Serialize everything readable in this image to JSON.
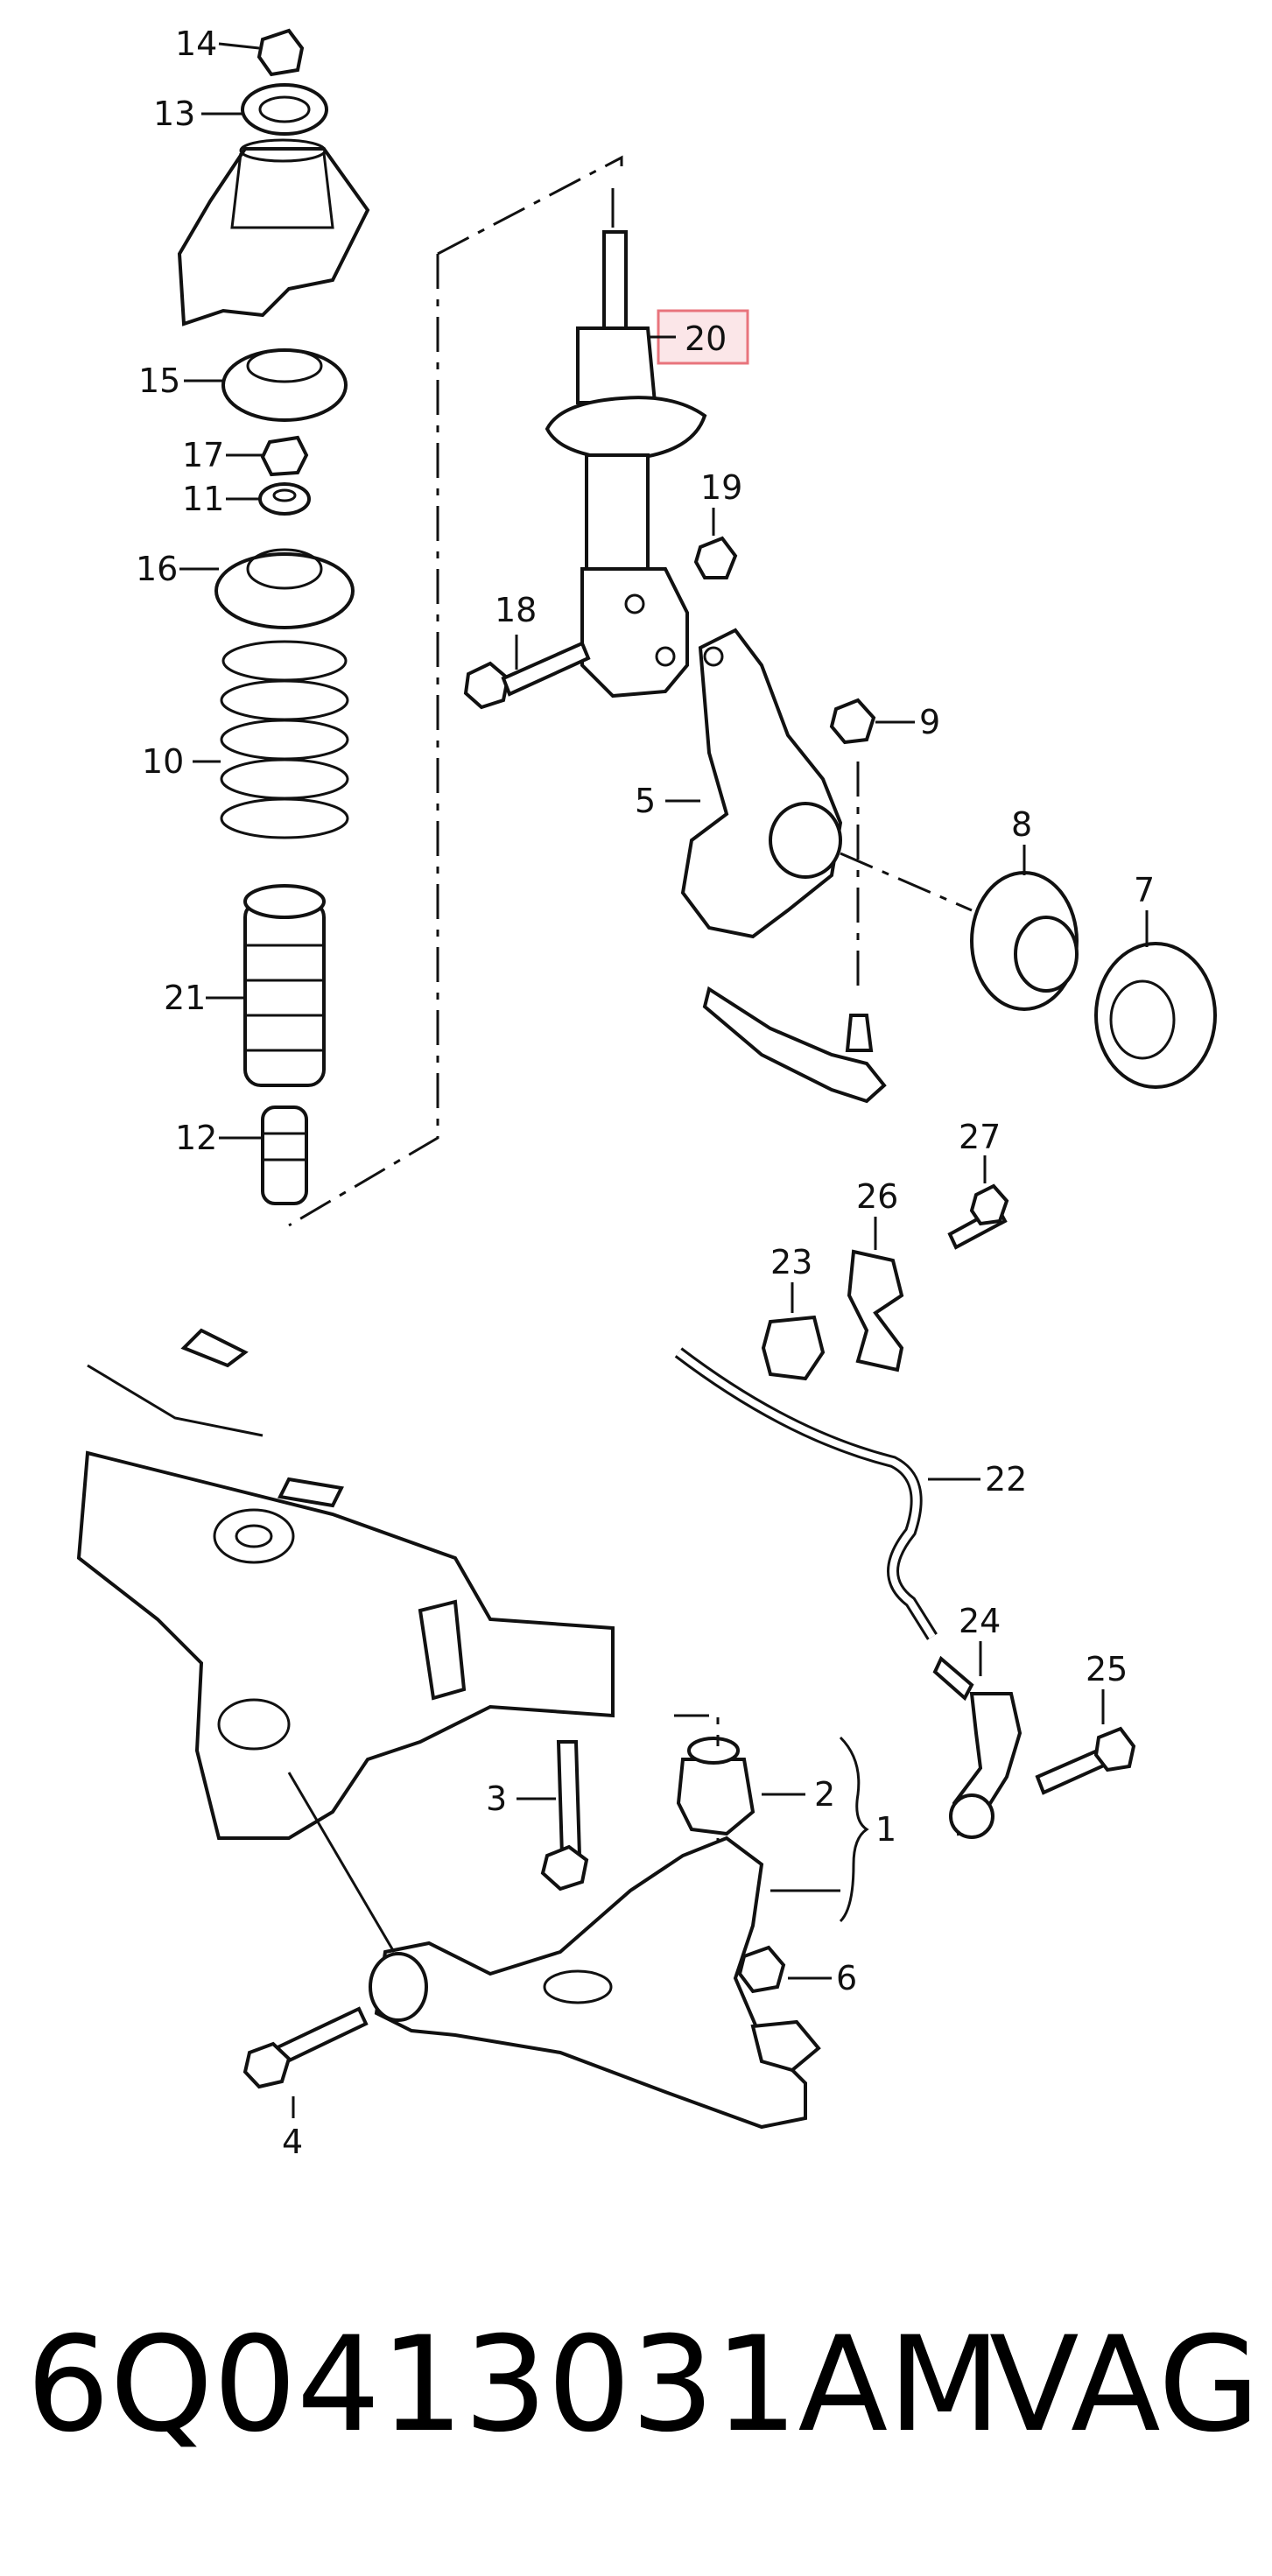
{
  "callouts": {
    "c1": "1",
    "c2": "2",
    "c3": "3",
    "c4": "4",
    "c5": "5",
    "c6": "6",
    "c7": "7",
    "c8": "8",
    "c9": "9",
    "c10": "10",
    "c11": "11",
    "c12": "12",
    "c13": "13",
    "c14": "14",
    "c15": "15",
    "c16": "16",
    "c17": "17",
    "c18": "18",
    "c19": "19",
    "c20": "20",
    "c21": "21",
    "c22": "22",
    "c23": "23",
    "c24": "24",
    "c25": "25",
    "c26": "26",
    "c27": "27"
  },
  "highlight": {
    "callout": "20",
    "color": "#e8747c",
    "fill": "#fbe6e8"
  },
  "footer": {
    "part_number": "6Q0413031AM",
    "brand": "VAG"
  }
}
